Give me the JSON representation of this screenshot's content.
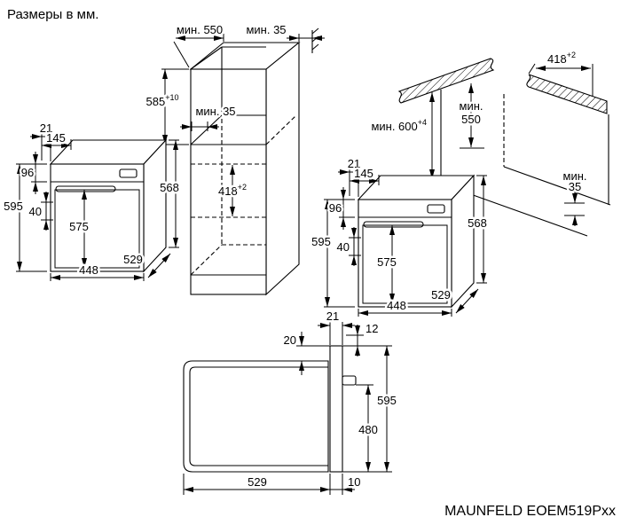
{
  "page": {
    "title": "Размеры в мм.",
    "model": "MAUNFELD EOEM519Pxx"
  },
  "tall_cabinet": {
    "depth_min": "мин. 550",
    "top_back_gap_min": "мин. 35",
    "niche_height": "585",
    "niche_height_tol": "+10",
    "inner_gap_min": "мин. 35",
    "lower_niche_height": "418",
    "lower_niche_height_tol": "+2"
  },
  "oven": {
    "front_offset": "21",
    "panel_depth": "145",
    "panel_height": "96",
    "height": "595",
    "handle_clearance": "40",
    "door_height": "575",
    "width": "448",
    "depth": "529",
    "body_height": "568"
  },
  "under_counter": {
    "niche_width": "418",
    "niche_width_tol": "+2",
    "niche_height_min": "мин. 600",
    "niche_height_tol": "+4",
    "depth_min_l1": "мин.",
    "depth_min_l2": "550",
    "back_gap_l1": "мин.",
    "back_gap_l2": "35"
  },
  "side_view": {
    "door_thickness": "21",
    "top_clearance": "20",
    "front_clearance": "12",
    "height": "595",
    "lower_height": "480",
    "depth": "529",
    "bottom_clearance": "10"
  }
}
